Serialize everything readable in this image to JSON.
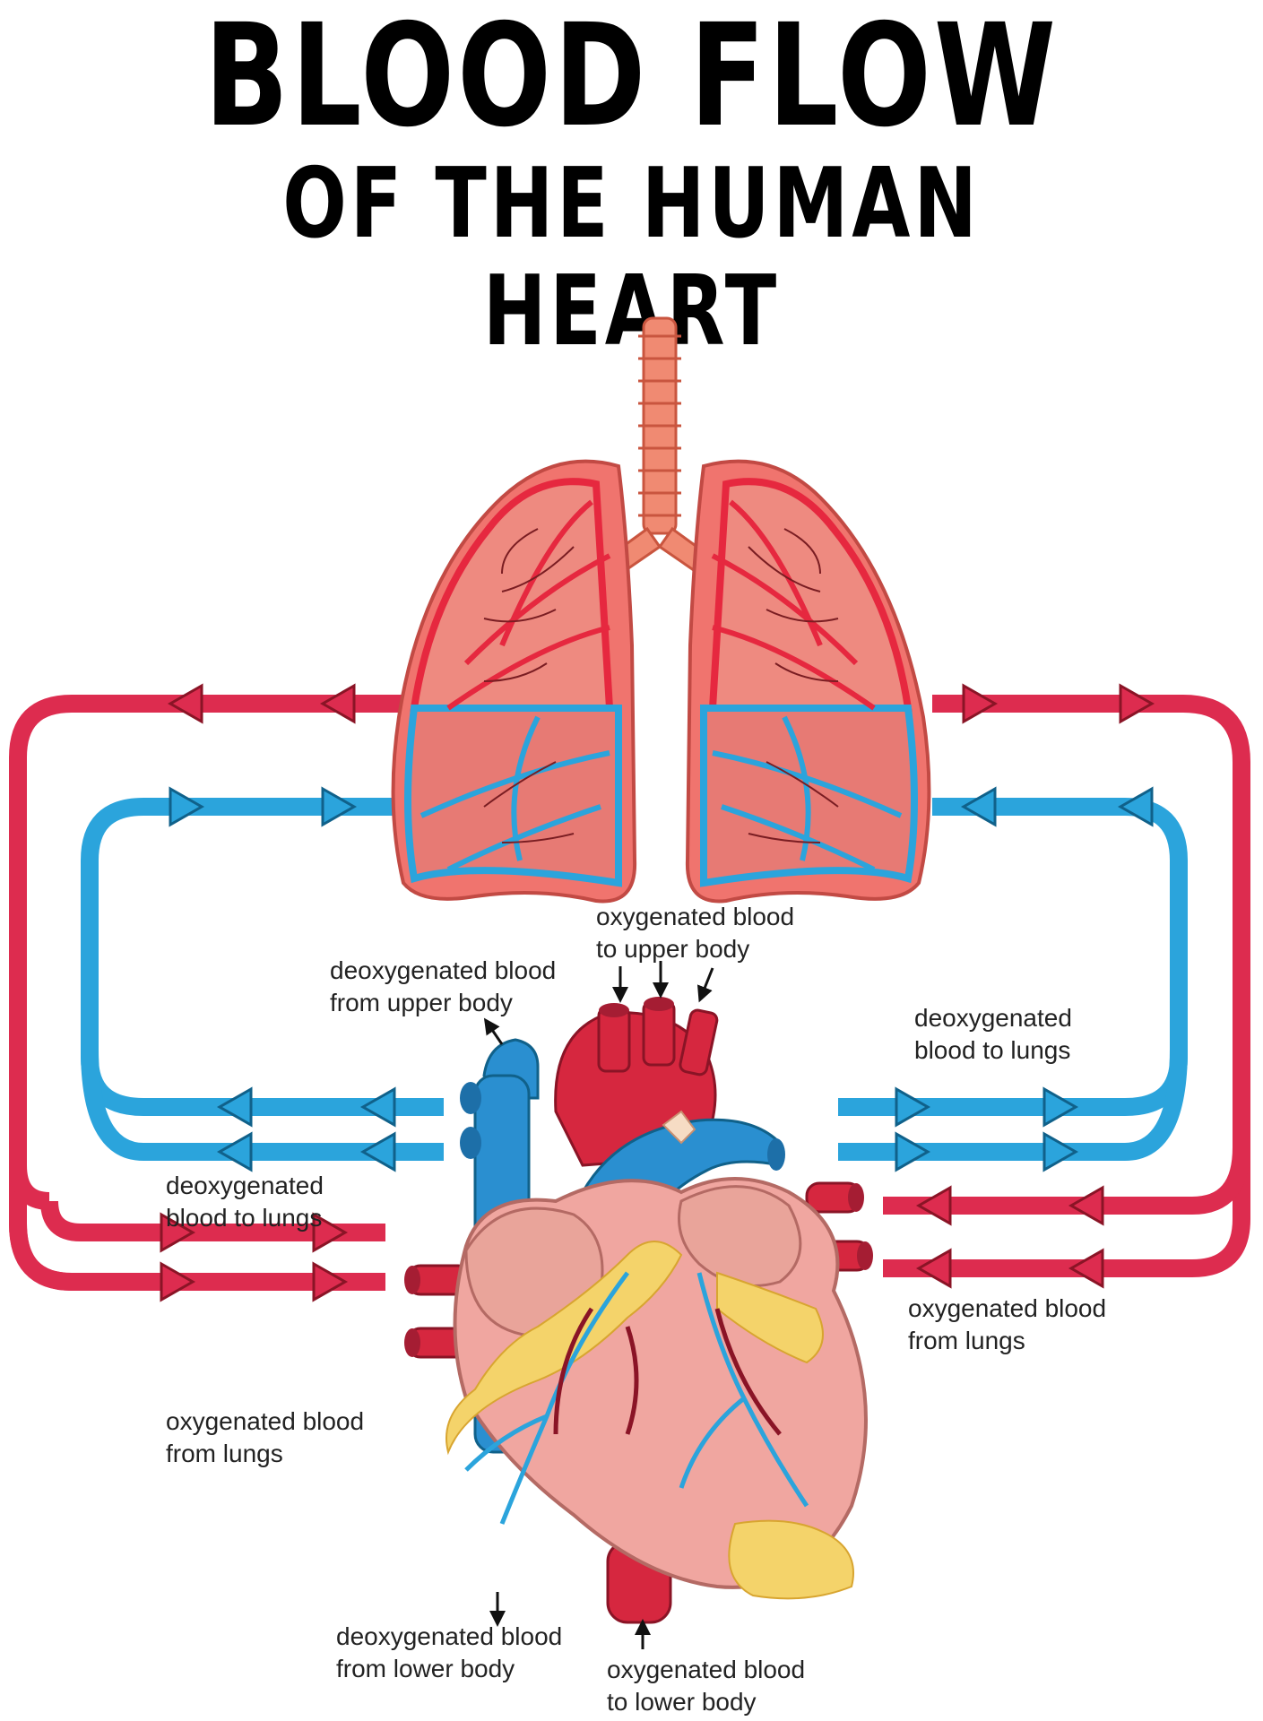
{
  "title": {
    "line1": "BLOOD FLOW",
    "line2": "OF THE HUMAN HEART"
  },
  "labels": {
    "oxy_upper_body": "oxygenated blood\nto upper body",
    "deoxy_upper_body": "deoxygenated blood\nfrom upper body",
    "deoxy_to_lungs_right": "deoxygenated\nblood to lungs",
    "deoxy_to_lungs_left": "deoxygenated\nblood to lungs",
    "oxy_from_lungs_right": "oxygenated blood\nfrom lungs",
    "oxy_from_lungs_left": "oxygenated blood\nfrom lungs",
    "deoxy_lower_body": "deoxygenated blood\nfrom lower body",
    "oxy_lower_body": "oxygenated blood\nto lower body"
  },
  "colors": {
    "oxygenated": "#dd2c4f",
    "deoxygenated": "#2ba4dc",
    "heart": "#f0a6a0",
    "lung": "#f0746e",
    "fat": "#f4d36a"
  }
}
